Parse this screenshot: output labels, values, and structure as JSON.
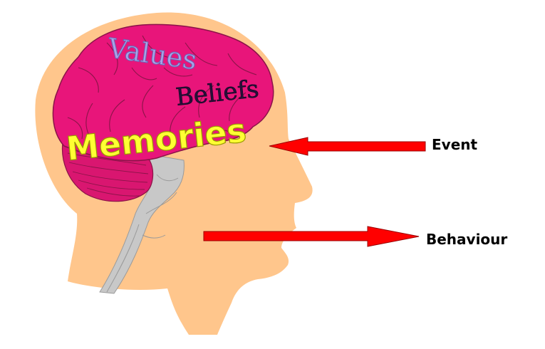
{
  "labels": {
    "values": "Values",
    "beliefs": "Beliefs",
    "memories": "Memories",
    "event": "Event",
    "behaviour": "Behaviour"
  },
  "colors": {
    "head": "#FFC68C",
    "brain": "#E8157A",
    "cerebellum": "#D91670",
    "brainstem": "#C8C8C8",
    "arrow": "#FF0000",
    "memories_fill": "#FFFF33",
    "values_fill": "#A9A4E6",
    "beliefs_fill": "#26103A"
  },
  "icons": [
    "head-silhouette",
    "brain-icon",
    "arrow-left-icon",
    "arrow-right-icon"
  ]
}
